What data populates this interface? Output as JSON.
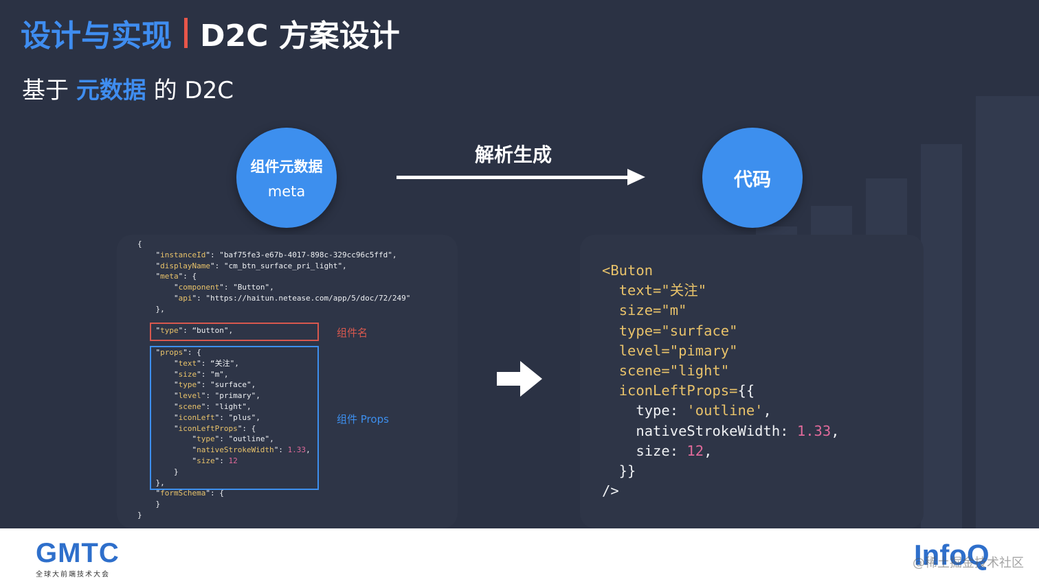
{
  "title": {
    "highlight": "设计与实现",
    "rest": "D2C 方案设计"
  },
  "subtitle": {
    "prefix": "基于",
    "highlight": "元数据",
    "suffix": "的 D2C"
  },
  "left_circle": {
    "line1": "组件元数据",
    "line2": "meta"
  },
  "arrow_label": "解析生成",
  "right_circle": {
    "label": "代码"
  },
  "annotations": {
    "component_name": "组件名",
    "component_props": "组件 Props"
  },
  "json_sample": {
    "instanceId": "baf75fe3-e67b-4017-898c-329cc96c5ffd",
    "displayName": "cm_btn_surface_pri_light",
    "meta_component": "Button",
    "meta_api": "https://haitun.netease.com/app/5/doc/72/249",
    "type": "button",
    "props": {
      "text": "关注",
      "size": "m",
      "type": "surface",
      "level": "primary",
      "scene": "light",
      "iconLeft": "plus",
      "iconLeftProps": {
        "type": "outline",
        "nativeStrokeWidth": "1.33",
        "size": "12"
      }
    }
  },
  "code_sample": {
    "tag": "Buton",
    "text": "关注",
    "size": "m",
    "type": "surface",
    "level": "pimary",
    "scene": "light",
    "icon_type": "outline",
    "icon_stroke": "1.33",
    "icon_size": "12"
  },
  "footer": {
    "gmtc_logo": "GMTC",
    "gmtc_sub": "全球大前端技术大会",
    "infoq_logo": "InfoQ",
    "watermark": "@稀土掘金技术社区"
  },
  "colors": {
    "background": "#2b3244",
    "accent_blue": "#3d8fee",
    "accent_red": "#d9584e",
    "code_key": "#e8c26a",
    "code_number": "#e06a9a"
  }
}
